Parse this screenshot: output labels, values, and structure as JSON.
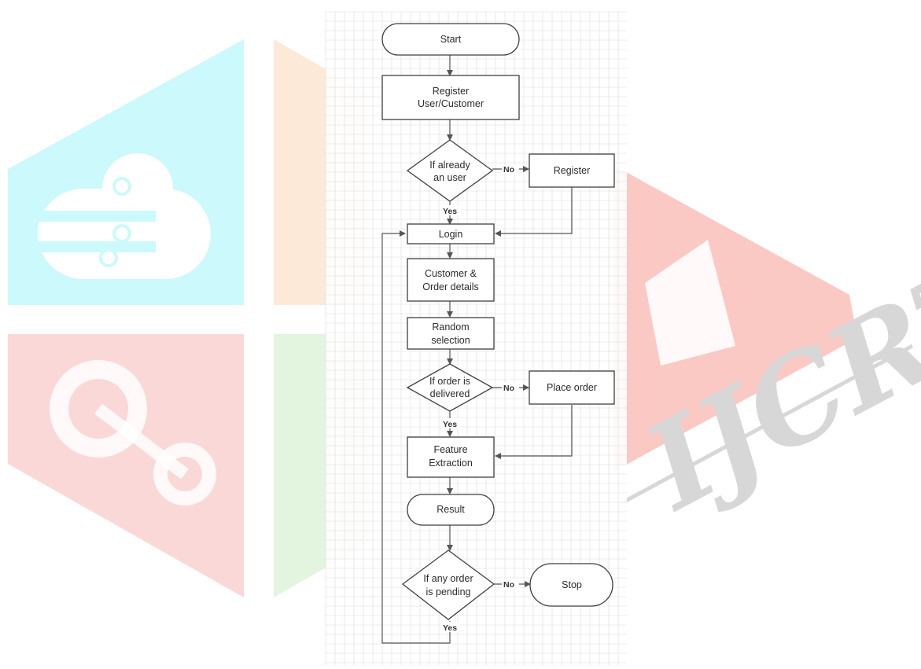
{
  "watermark": {
    "text": "IJCRT",
    "colors": {
      "cyan": "#ccf9fb",
      "cyan_dark": "#b6eef3",
      "peach": "#fde9d8",
      "pink": "#fbd8d8",
      "green": "#e3f5df",
      "red": "#fbc9c4",
      "gray": "#d7d7d7"
    }
  },
  "flowchart": {
    "colors": {
      "stroke": "#3f3f3f",
      "grid": "#dcdcdc",
      "fill": "#ffffff"
    },
    "nodes": {
      "start": "Start",
      "register_user": [
        "Register",
        "User/Customer"
      ],
      "if_user": [
        "If already",
        "an user"
      ],
      "register": "Register",
      "login": "Login",
      "details": [
        "Customer &",
        "Order details"
      ],
      "random": [
        "Random",
        "selection"
      ],
      "if_delivered": [
        "If order is",
        "delivered"
      ],
      "place_order": "Place order",
      "feature": [
        "Feature",
        "Extraction"
      ],
      "result": "Result",
      "if_pending": [
        "If any order",
        "is pending"
      ],
      "stop": "Stop"
    },
    "labels": {
      "no": "No",
      "yes": "Yes"
    }
  }
}
